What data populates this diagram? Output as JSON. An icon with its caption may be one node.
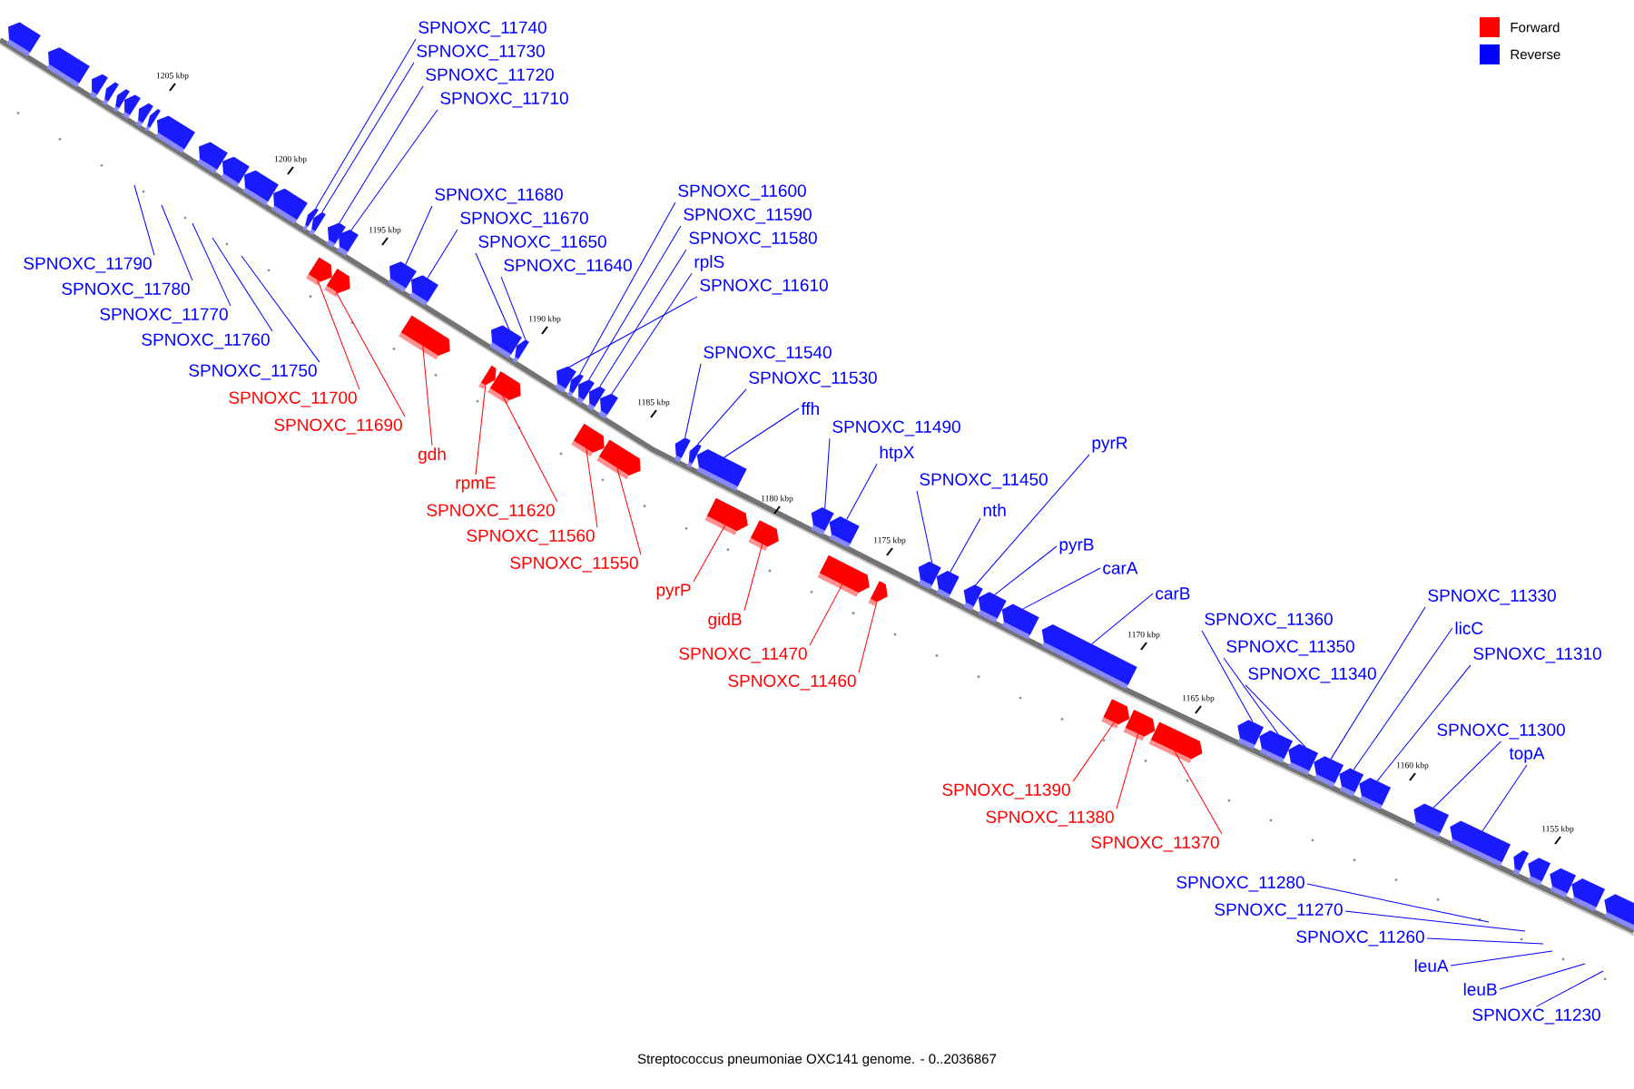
{
  "diagram": {
    "caption": "Streptococcus pneumoniae OXC141 genome. - 0..2036867",
    "nodes": [
      {
        "text": [
          "SPNOXC_11740"
        ]
      },
      {
        "text": [
          "SPNOXC_11730"
        ]
      },
      {
        "text": [
          "SPNOXC_11720"
        ]
      },
      {
        "text": [
          "SPNOXC_11710"
        ]
      },
      {
        "text": [
          "SPNOXC_11680"
        ]
      },
      {
        "text": [
          "SPNOXC_11670"
        ]
      },
      {
        "text": [
          "SPNOXC_11600"
        ]
      },
      {
        "text": [
          "SPNOXC_11590"
        ]
      },
      {
        "text": [
          "SPNOXC_11580"
        ]
      },
      {
        "text": [
          "SPNOXC_11650"
        ]
      },
      {
        "text": [
          "rplS"
        ]
      },
      {
        "text": [
          "SPNOXC_11640"
        ]
      },
      {
        "text": [
          "SPNOXC_11610"
        ]
      },
      {
        "text": [
          "SPNOXC_11790"
        ]
      },
      {
        "text": [
          "SPNOXC_11780"
        ]
      },
      {
        "text": [
          "SPNOXC_11770"
        ]
      },
      {
        "text": [
          "SPNOXC_11760"
        ]
      },
      {
        "text": [
          "SPNOXC_11750"
        ]
      },
      {
        "text": [
          "SPNOXC_11700"
        ]
      },
      {
        "text": [
          "SPNOXC_11690"
        ]
      },
      {
        "text": [
          "gdh"
        ]
      },
      {
        "text": [
          "rpmE"
        ]
      },
      {
        "text": [
          "SPNOXC_11620"
        ]
      },
      {
        "text": [
          "SPNOXC_11560"
        ]
      },
      {
        "text": [
          "SPNOXC_11550"
        ]
      },
      {
        "text": [
          "SPNOXC_11540"
        ]
      },
      {
        "text": [
          "SPNOXC_11530"
        ]
      },
      {
        "text": [
          "ffh"
        ]
      },
      {
        "text": [
          "SPNOXC_11490"
        ]
      },
      {
        "text": [
          "htpX"
        ]
      },
      {
        "text": [
          "pyrR"
        ]
      },
      {
        "text": [
          "SPNOXC_11450"
        ]
      },
      {
        "text": [
          "nth"
        ]
      },
      {
        "text": [
          "pyrB"
        ]
      },
      {
        "text": [
          "carA"
        ]
      },
      {
        "text": [
          "carB"
        ]
      },
      {
        "text": [
          "pyrP"
        ]
      },
      {
        "text": [
          "gidB"
        ]
      },
      {
        "text": [
          "SPNOXC_11470"
        ]
      },
      {
        "text": [
          "SPNOXC_11460"
        ]
      },
      {
        "text": [
          "SPNOXC_11330"
        ]
      },
      {
        "text": [
          "SPNOXC_11360"
        ]
      },
      {
        "text": [
          "licC"
        ]
      },
      {
        "text": [
          "SPNOXC_11350"
        ]
      },
      {
        "text": [
          "SPNOXC_11310"
        ]
      },
      {
        "text": [
          "SPNOXC_11340"
        ]
      },
      {
        "text": [
          "SPNOXC_11300"
        ]
      },
      {
        "text": [
          "topA"
        ]
      },
      {
        "text": [
          "SPNOXC_11390"
        ]
      },
      {
        "text": [
          "SPNOXC_11380"
        ]
      },
      {
        "text": [
          "SPNOXC_11370"
        ]
      },
      {
        "text": [
          "SPNOXC_11280"
        ]
      },
      {
        "text": [
          "SPNOXC_11270"
        ]
      },
      {
        "text": [
          "SPNOXC_11260"
        ]
      },
      {
        "text": [
          "leuA"
        ]
      },
      {
        "text": [
          "leuB"
        ]
      },
      {
        "text": [
          "SPNOXC_11230"
        ]
      },
      {
        "text": [],
        "shape": "box"
      },
      {
        "text": [],
        "shape": "box"
      },
      {
        "text": [],
        "shape": "box"
      },
      {
        "text": [],
        "shape": "box"
      },
      {
        "text": [],
        "shape": "box"
      },
      {
        "text": [],
        "shape": "box"
      },
      {
        "text": [],
        "shape": "box"
      },
      {
        "text": [],
        "shape": "box"
      },
      {
        "text": [],
        "shape": "box"
      },
      {
        "text": [],
        "shape": "box"
      },
      {
        "text": [],
        "shape": "box"
      },
      {
        "text": [],
        "shape": "box"
      },
      {
        "text": [],
        "shape": "box"
      },
      {
        "text": [],
        "shape": "box"
      },
      {
        "text": [],
        "shape": "box"
      },
      {
        "text": [],
        "shape": "box"
      },
      {
        "text": [],
        "shape": "box"
      },
      {
        "text": [],
        "shape": "box"
      },
      {
        "text": [],
        "shape": "box"
      },
      {
        "text": [],
        "shape": "box"
      },
      {
        "text": [],
        "shape": "box"
      },
      {
        "text": [],
        "shape": "box"
      },
      {
        "text": [],
        "shape": "box"
      },
      {
        "text": [],
        "shape": "box"
      },
      {
        "text": [],
        "shape": "box"
      },
      {
        "text": [],
        "shape": "box"
      },
      {
        "text": [],
        "shape": "box"
      },
      {
        "text": [],
        "shape": "box"
      },
      {
        "text": [],
        "shape": "box"
      },
      {
        "text": [],
        "shape": "box"
      },
      {
        "text": [],
        "shape": "box"
      },
      {
        "text": [],
        "shape": "box"
      },
      {
        "text": [],
        "shape": "box"
      },
      {
        "text": [],
        "shape": "box"
      },
      {
        "text": [],
        "shape": "box"
      },
      {
        "text": [],
        "shape": "box"
      },
      {
        "text": [],
        "shape": "box"
      },
      {
        "text": [],
        "shape": "box"
      },
      {
        "text": [],
        "shape": "box"
      },
      {
        "text": [],
        "shape": "box"
      },
      {
        "text": [],
        "shape": "box"
      },
      {
        "text": [],
        "shape": "box"
      },
      {
        "text": [],
        "shape": "box"
      },
      {
        "text": [],
        "shape": "box"
      },
      {
        "text": [],
        "shape": "box"
      },
      {
        "text": [],
        "shape": "box"
      },
      {
        "text": [],
        "shape": "box"
      },
      {
        "text": [],
        "shape": "box"
      },
      {
        "text": [],
        "shape": "box"
      },
      {
        "text": [],
        "shape": "box"
      },
      {
        "text": [],
        "shape": "box"
      },
      {
        "text": [],
        "shape": "box"
      },
      {
        "text": [],
        "shape": "box"
      },
      {
        "text": [],
        "shape": "box"
      },
      {
        "text": [],
        "shape": "box"
      },
      {
        "text": [],
        "shape": "box"
      },
      {
        "text": [],
        "shape": "box"
      },
      {
        "text": [],
        "shape": "box"
      },
      {
        "text": [],
        "shape": "box"
      },
      {
        "text": [],
        "shape": "box"
      },
      {
        "text": [],
        "shape": "box"
      },
      {
        "text": [],
        "shape": "box"
      },
      {
        "text": [],
        "shape": "box"
      },
      {
        "text": [],
        "shape": "box"
      }
    ],
    "edges": [
      {
        "from": 0,
        "to": 70,
        "arrow": "none"
      },
      {
        "from": 1,
        "to": 71,
        "arrow": "none"
      },
      {
        "from": 2,
        "to": 72,
        "arrow": "none"
      },
      {
        "from": 3,
        "to": 74,
        "arrow": "none"
      },
      {
        "from": 4,
        "to": 76,
        "arrow": "none"
      },
      {
        "from": 5,
        "to": 77,
        "arrow": "none"
      },
      {
        "from": 6,
        "to": 84,
        "arrow": "none"
      },
      {
        "from": 7,
        "to": 85,
        "arrow": "none"
      },
      {
        "from": 8,
        "to": 86,
        "arrow": "none"
      },
      {
        "from": 9,
        "to": 79,
        "arrow": "none"
      },
      {
        "from": 10,
        "to": 88,
        "arrow": "none"
      },
      {
        "from": 11,
        "to": 81,
        "arrow": "none"
      },
      {
        "from": 12,
        "to": 83,
        "arrow": "none"
      },
      {
        "from": 13,
        "to": null,
        "arrow": "none"
      },
      {
        "from": 14,
        "to": null,
        "arrow": "none"
      },
      {
        "from": 15,
        "to": null,
        "arrow": "none"
      },
      {
        "from": 16,
        "to": null,
        "arrow": "none"
      },
      {
        "from": 17,
        "to": null,
        "arrow": "none"
      },
      {
        "from": 18,
        "to": 73,
        "arrow": "none",
        "color": "#ff0000"
      },
      {
        "from": 19,
        "to": 75,
        "arrow": "none",
        "color": "#ff0000"
      },
      {
        "from": 20,
        "to": 78,
        "arrow": "none",
        "color": "#ff0000"
      },
      {
        "from": 21,
        "to": 80,
        "arrow": "none",
        "color": "#ff0000"
      },
      {
        "from": 22,
        "to": 82,
        "arrow": "none",
        "color": "#ff0000"
      },
      {
        "from": 23,
        "to": 87,
        "arrow": "none",
        "color": "#ff0000"
      },
      {
        "from": 24,
        "to": 89,
        "arrow": "none",
        "color": "#ff0000"
      },
      {
        "from": 25,
        "to": 90,
        "arrow": "none"
      },
      {
        "from": 26,
        "to": 91,
        "arrow": "none"
      },
      {
        "from": 27,
        "to": 92,
        "arrow": "none"
      },
      {
        "from": 28,
        "to": 95,
        "arrow": "none"
      },
      {
        "from": 29,
        "to": 96,
        "arrow": "none"
      },
      {
        "from": 30,
        "to": 101,
        "arrow": "none"
      },
      {
        "from": 31,
        "to": 99,
        "arrow": "none"
      },
      {
        "from": 32,
        "to": 100,
        "arrow": "none"
      },
      {
        "from": 33,
        "to": 102,
        "arrow": "none"
      },
      {
        "from": 34,
        "to": 103,
        "arrow": "none"
      },
      {
        "from": 35,
        "to": 104,
        "arrow": "none"
      },
      {
        "from": 36,
        "to": 93,
        "arrow": "none",
        "color": "#ff0000"
      },
      {
        "from": 37,
        "to": 94,
        "arrow": "none",
        "color": "#ff0000"
      },
      {
        "from": 38,
        "to": 97,
        "arrow": "none",
        "color": "#ff0000"
      },
      {
        "from": 39,
        "to": 98,
        "arrow": "none",
        "color": "#ff0000"
      },
      {
        "from": 40,
        "to": 111,
        "arrow": "none"
      },
      {
        "from": 41,
        "to": 108,
        "arrow": "none"
      },
      {
        "from": 42,
        "to": 112,
        "arrow": "none"
      },
      {
        "from": 43,
        "to": 109,
        "arrow": "none"
      },
      {
        "from": 44,
        "to": 113,
        "arrow": "none"
      },
      {
        "from": 45,
        "to": 110,
        "arrow": "none"
      },
      {
        "from": 46,
        "to": 114,
        "arrow": "none"
      },
      {
        "from": 47,
        "to": 115,
        "arrow": "none"
      },
      {
        "from": 48,
        "to": 105,
        "arrow": "none",
        "color": "#ff0000"
      },
      {
        "from": 49,
        "to": 106,
        "arrow": "none",
        "color": "#ff0000"
      },
      {
        "from": 50,
        "to": 107,
        "arrow": "none",
        "color": "#ff0000"
      },
      {
        "from": 51,
        "to": null,
        "arrow": "none"
      },
      {
        "from": 52,
        "to": null,
        "arrow": "none"
      },
      {
        "from": 53,
        "to": null,
        "arrow": "none"
      },
      {
        "from": 54,
        "to": null,
        "arrow": "none"
      },
      {
        "from": 55,
        "to": null,
        "arrow": "none"
      },
      {
        "from": 56,
        "to": null,
        "arrow": "none"
      }
    ],
    "labels": [
      "1205 kbp",
      "1200 kbp",
      "1195 kbp",
      "1190 kbp",
      "1185 kbp",
      "1180 kbp",
      "1175 kbp",
      "1170 kbp",
      "1165 kbp",
      "1160 kbp",
      "1155 kbp"
    ],
    "legend": [
      {
        "text": "Forward",
        "color": "#ff0000"
      },
      {
        "text": "Reverse",
        "color": "#0000ff"
      }
    ]
  }
}
